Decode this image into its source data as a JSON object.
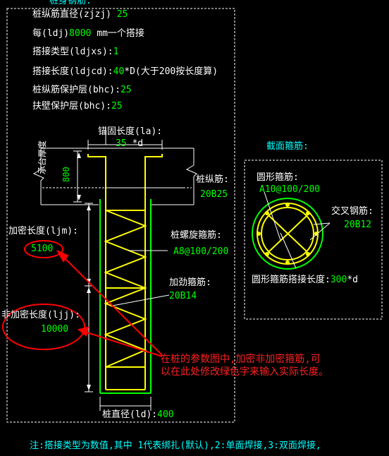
{
  "panel_title": "桩身钢筋:",
  "params": [
    {
      "label": "桩纵筋直径(zjzj)",
      "value": "25"
    },
    {
      "label": "每(ldj)",
      "value": "8000",
      "suffix": "mm一个搭接"
    },
    {
      "label": "搭接类型(ldjxs):",
      "value": "1"
    },
    {
      "label": "搭接长度(ldjcd):",
      "value": "40",
      "suffix": "*D(大于200按长度算)"
    },
    {
      "label": "桩纵筋保护层(bhc):",
      "value": "25"
    },
    {
      "label": "扶壁保护层(bhc):",
      "value": "25"
    }
  ],
  "anchor": {
    "label": "锚固长度(la):",
    "value": "35",
    "suffix": "*d"
  },
  "cap_label": "承台厚度",
  "cap_value": "800",
  "longitudinal": {
    "label": "桩纵筋:",
    "value": "20B25"
  },
  "spiral": {
    "label": "桩螺旋箍筋:",
    "value": "A8@100/200"
  },
  "stiffener": {
    "label": "加劲箍筋:",
    "value": "20B14"
  },
  "dense": {
    "label": "加密长度(ljm):",
    "value": "5100"
  },
  "nondense": {
    "label": "非加密长度(ljj):",
    "value": "10000"
  },
  "diameter": {
    "label": "桩直径(ld):",
    "value": "400"
  },
  "section": {
    "title": "截面箍筋:",
    "circular_label": "圆形箍筋:",
    "circular_value": "A10@100/200",
    "cross_label": "交叉钢筋:",
    "cross_value": "20B12",
    "lap_label": "圆形箍筋搭接长度:",
    "lap_value": "300",
    "lap_suffix": "*d"
  },
  "annotation": "在桩的参数图中,加密非加密箍筋,可\n以在此处修改绿色字来输入实际长度。",
  "note": "注:搭接类型为数值,其中 1代表绑扎(默认),2:单面焊接,3:双面焊接,",
  "colors": {
    "panel_border": "#ffffff",
    "green": "#00ff00",
    "cyan": "#00ffff",
    "yellow": "#ffff00",
    "red": "#ff0000"
  }
}
